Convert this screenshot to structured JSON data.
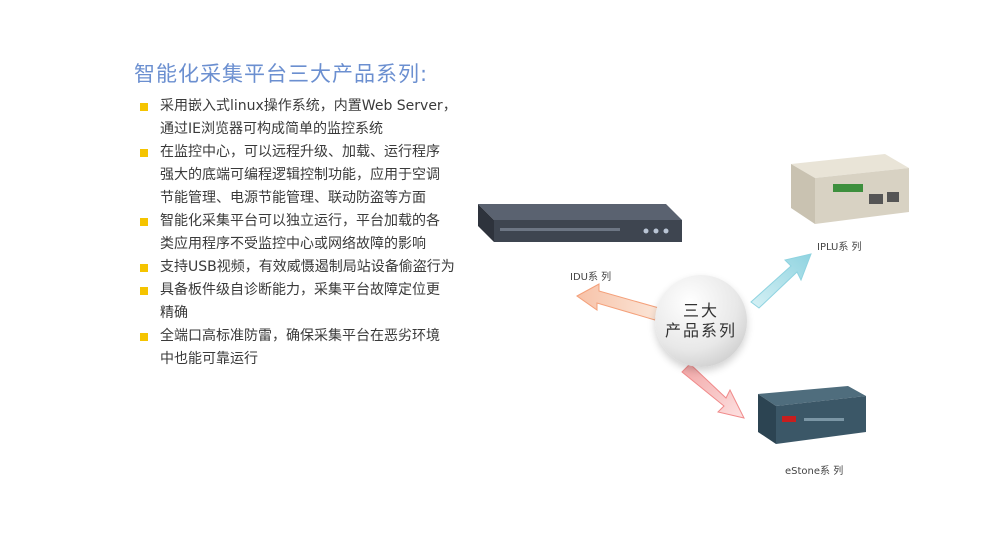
{
  "title": "智能化采集平台三大产品系列:",
  "bullets": [
    {
      "lines": [
        "采用嵌入式linux操作系统，内置Web Server，",
        "通过IE浏览器可构成简单的监控系统"
      ]
    },
    {
      "lines": [
        "在监控中心，可以远程升级、加载、运行程序",
        "强大的底端可编程逻辑控制功能，应用于空调",
        "节能管理、电源节能管理、联动防盗等方面"
      ]
    },
    {
      "lines": [
        "智能化采集平台可以独立运行，平台加载的各",
        "类应用程序不受监控中心或网络故障的影响"
      ]
    },
    {
      "lines": [
        "支持USB视频，有效威慑遏制局站设备偷盗行为"
      ]
    },
    {
      "lines": [
        "具备板件级自诊断能力，采集平台故障定位更",
        "精确"
      ]
    },
    {
      "lines": [
        "全端口高标准防雷，确保采集平台在恶劣环境",
        "中也能可靠运行"
      ]
    }
  ],
  "center": {
    "line1": "三大",
    "line2": "产品系列"
  },
  "products": {
    "idu": {
      "caption": "IDU系 列"
    },
    "iplu": {
      "caption": "IPLU系 列"
    },
    "estone": {
      "caption": "eStone系 列"
    }
  },
  "colors": {
    "title": "#6b8fd0",
    "bullet_marker": "#f5c400",
    "arrow_left": "#f4a07a",
    "arrow_right": "#8fd3e0",
    "arrow_down": "#f08a8a"
  }
}
